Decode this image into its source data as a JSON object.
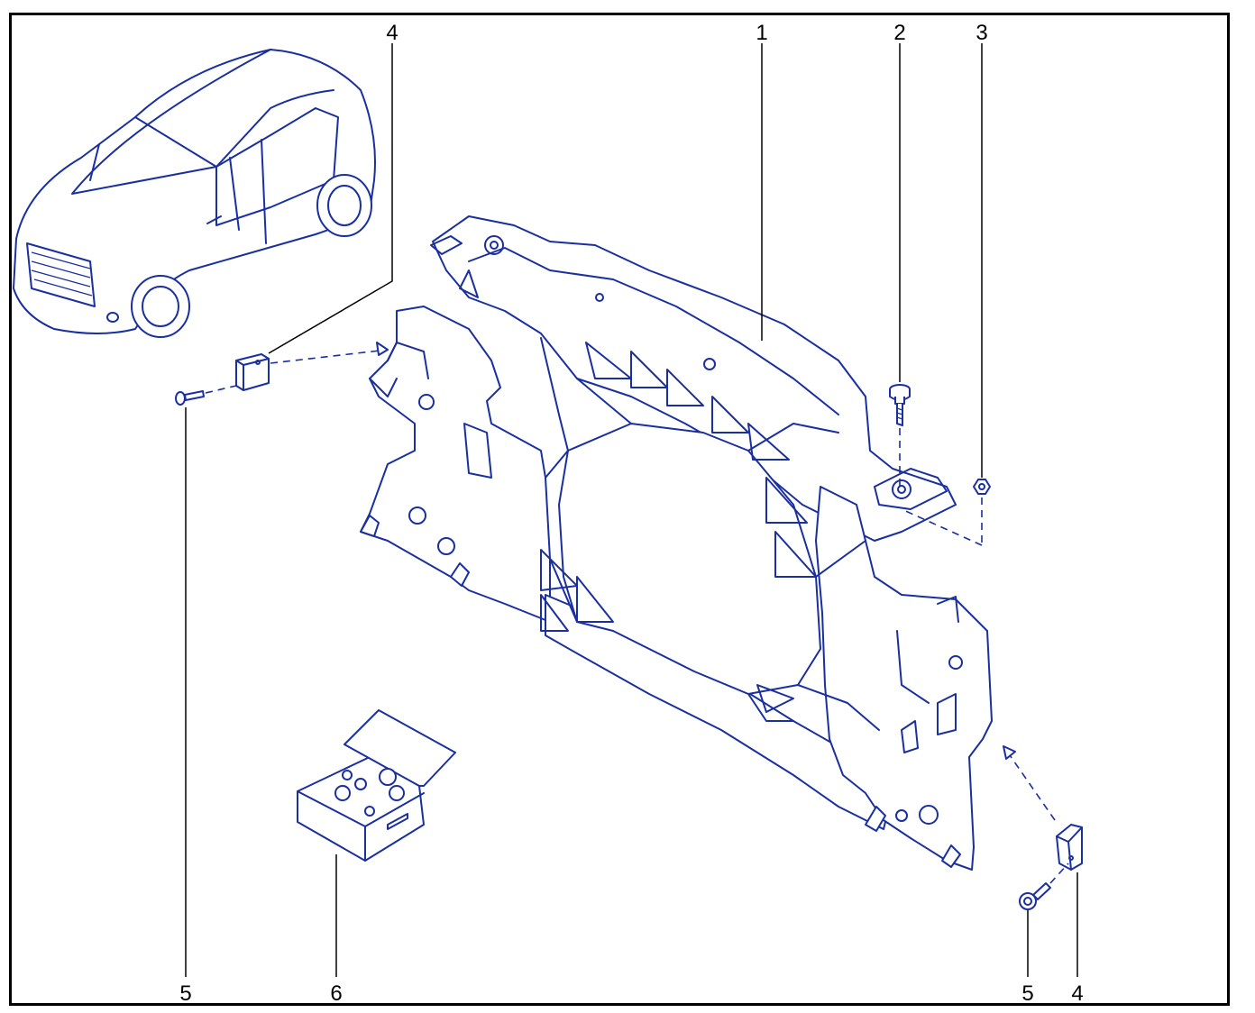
{
  "callouts": {
    "c1": "1",
    "c2": "2",
    "c3": "3",
    "c4_top": "4",
    "c5_left": "5",
    "c6": "6",
    "c5_right": "5",
    "c4_right": "4"
  },
  "colors": {
    "line_art": "#1a2fa0",
    "callout_text": "#000000",
    "frame": "#000000"
  },
  "icons": [
    "car-thumbnail",
    "front-end-panel",
    "bolt",
    "nut",
    "bracket",
    "screw",
    "fastener-kit-box"
  ]
}
